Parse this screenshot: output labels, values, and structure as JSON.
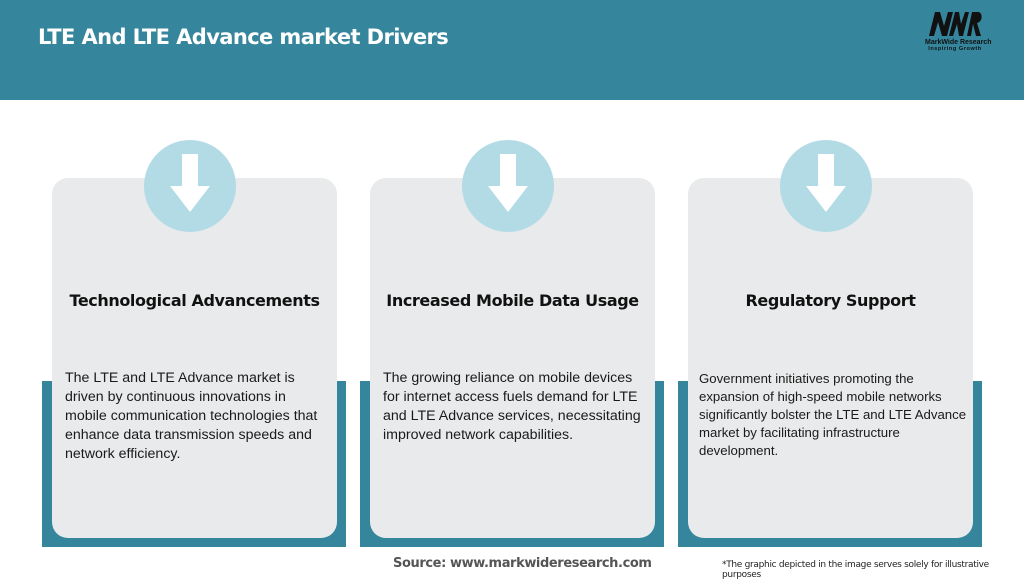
{
  "header": {
    "title": "LTE And LTE Advance market Drivers",
    "background_color": "#35869c"
  },
  "logo": {
    "mark": "MWR",
    "name": "MarkWide Research",
    "tagline": "Inspiring Growth"
  },
  "drivers": [
    {
      "icon": "arrow-down-icon",
      "title": "Technological Advancements",
      "description": "The LTE and LTE Advance market is driven by continuous innovations in mobile communication technologies that enhance data transmission speeds and network efficiency."
    },
    {
      "icon": "arrow-down-icon",
      "title": "Increased Mobile Data Usage",
      "description": "The growing reliance on mobile devices for internet access fuels demand for LTE and LTE Advance services, necessitating improved network capabilities."
    },
    {
      "icon": "arrow-down-icon",
      "title": "Regulatory Support",
      "description": "Government initiatives promoting the expansion of high-speed mobile networks significantly bolster the LTE and LTE Advance market by facilitating infrastructure development."
    }
  ],
  "colors": {
    "accent": "#35869c",
    "card": "#e8eaeb",
    "icon_circle": "#b3dbe6"
  },
  "footer": {
    "source": "Source: www.markwideresearch.com",
    "note": "*The graphic depicted in the image serves solely for illustrative purposes"
  }
}
